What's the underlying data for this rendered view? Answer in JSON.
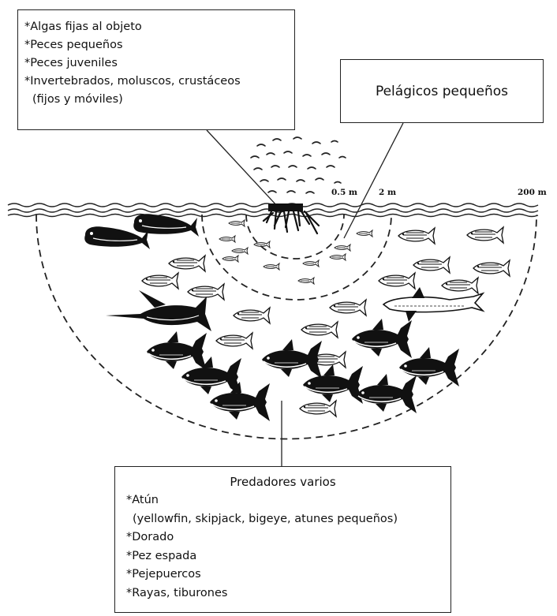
{
  "objeto_box": {
    "lines": [
      "*Algas fijas al objeto",
      "*Peces pequeños",
      "*Peces juveniles",
      "*Invertebrados, moluscos, crustáceos",
      "(fijos y móviles)"
    ]
  },
  "pelagicos_box": {
    "label": "Pelágicos pequeños"
  },
  "distances": [
    "0.5 m",
    "2 m",
    "200 m"
  ],
  "predadores_box": {
    "title": "Predadores varios",
    "lines": [
      "*Atún",
      "(yellowfin, skipjack, bigeye, atunes pequeños)",
      "*Dorado",
      "*Pez espada",
      "*Pejepuercos",
      "*Rayas, tiburones"
    ]
  },
  "colors": {
    "line": "#222222",
    "fish_dark": "#111111",
    "background": "#ffffff"
  },
  "icons": [
    "fish-school-icon",
    "floating-object-icon",
    "tuna-icon",
    "dorado-icon",
    "swordfish-icon",
    "shark-icon",
    "small-fish-icon"
  ]
}
